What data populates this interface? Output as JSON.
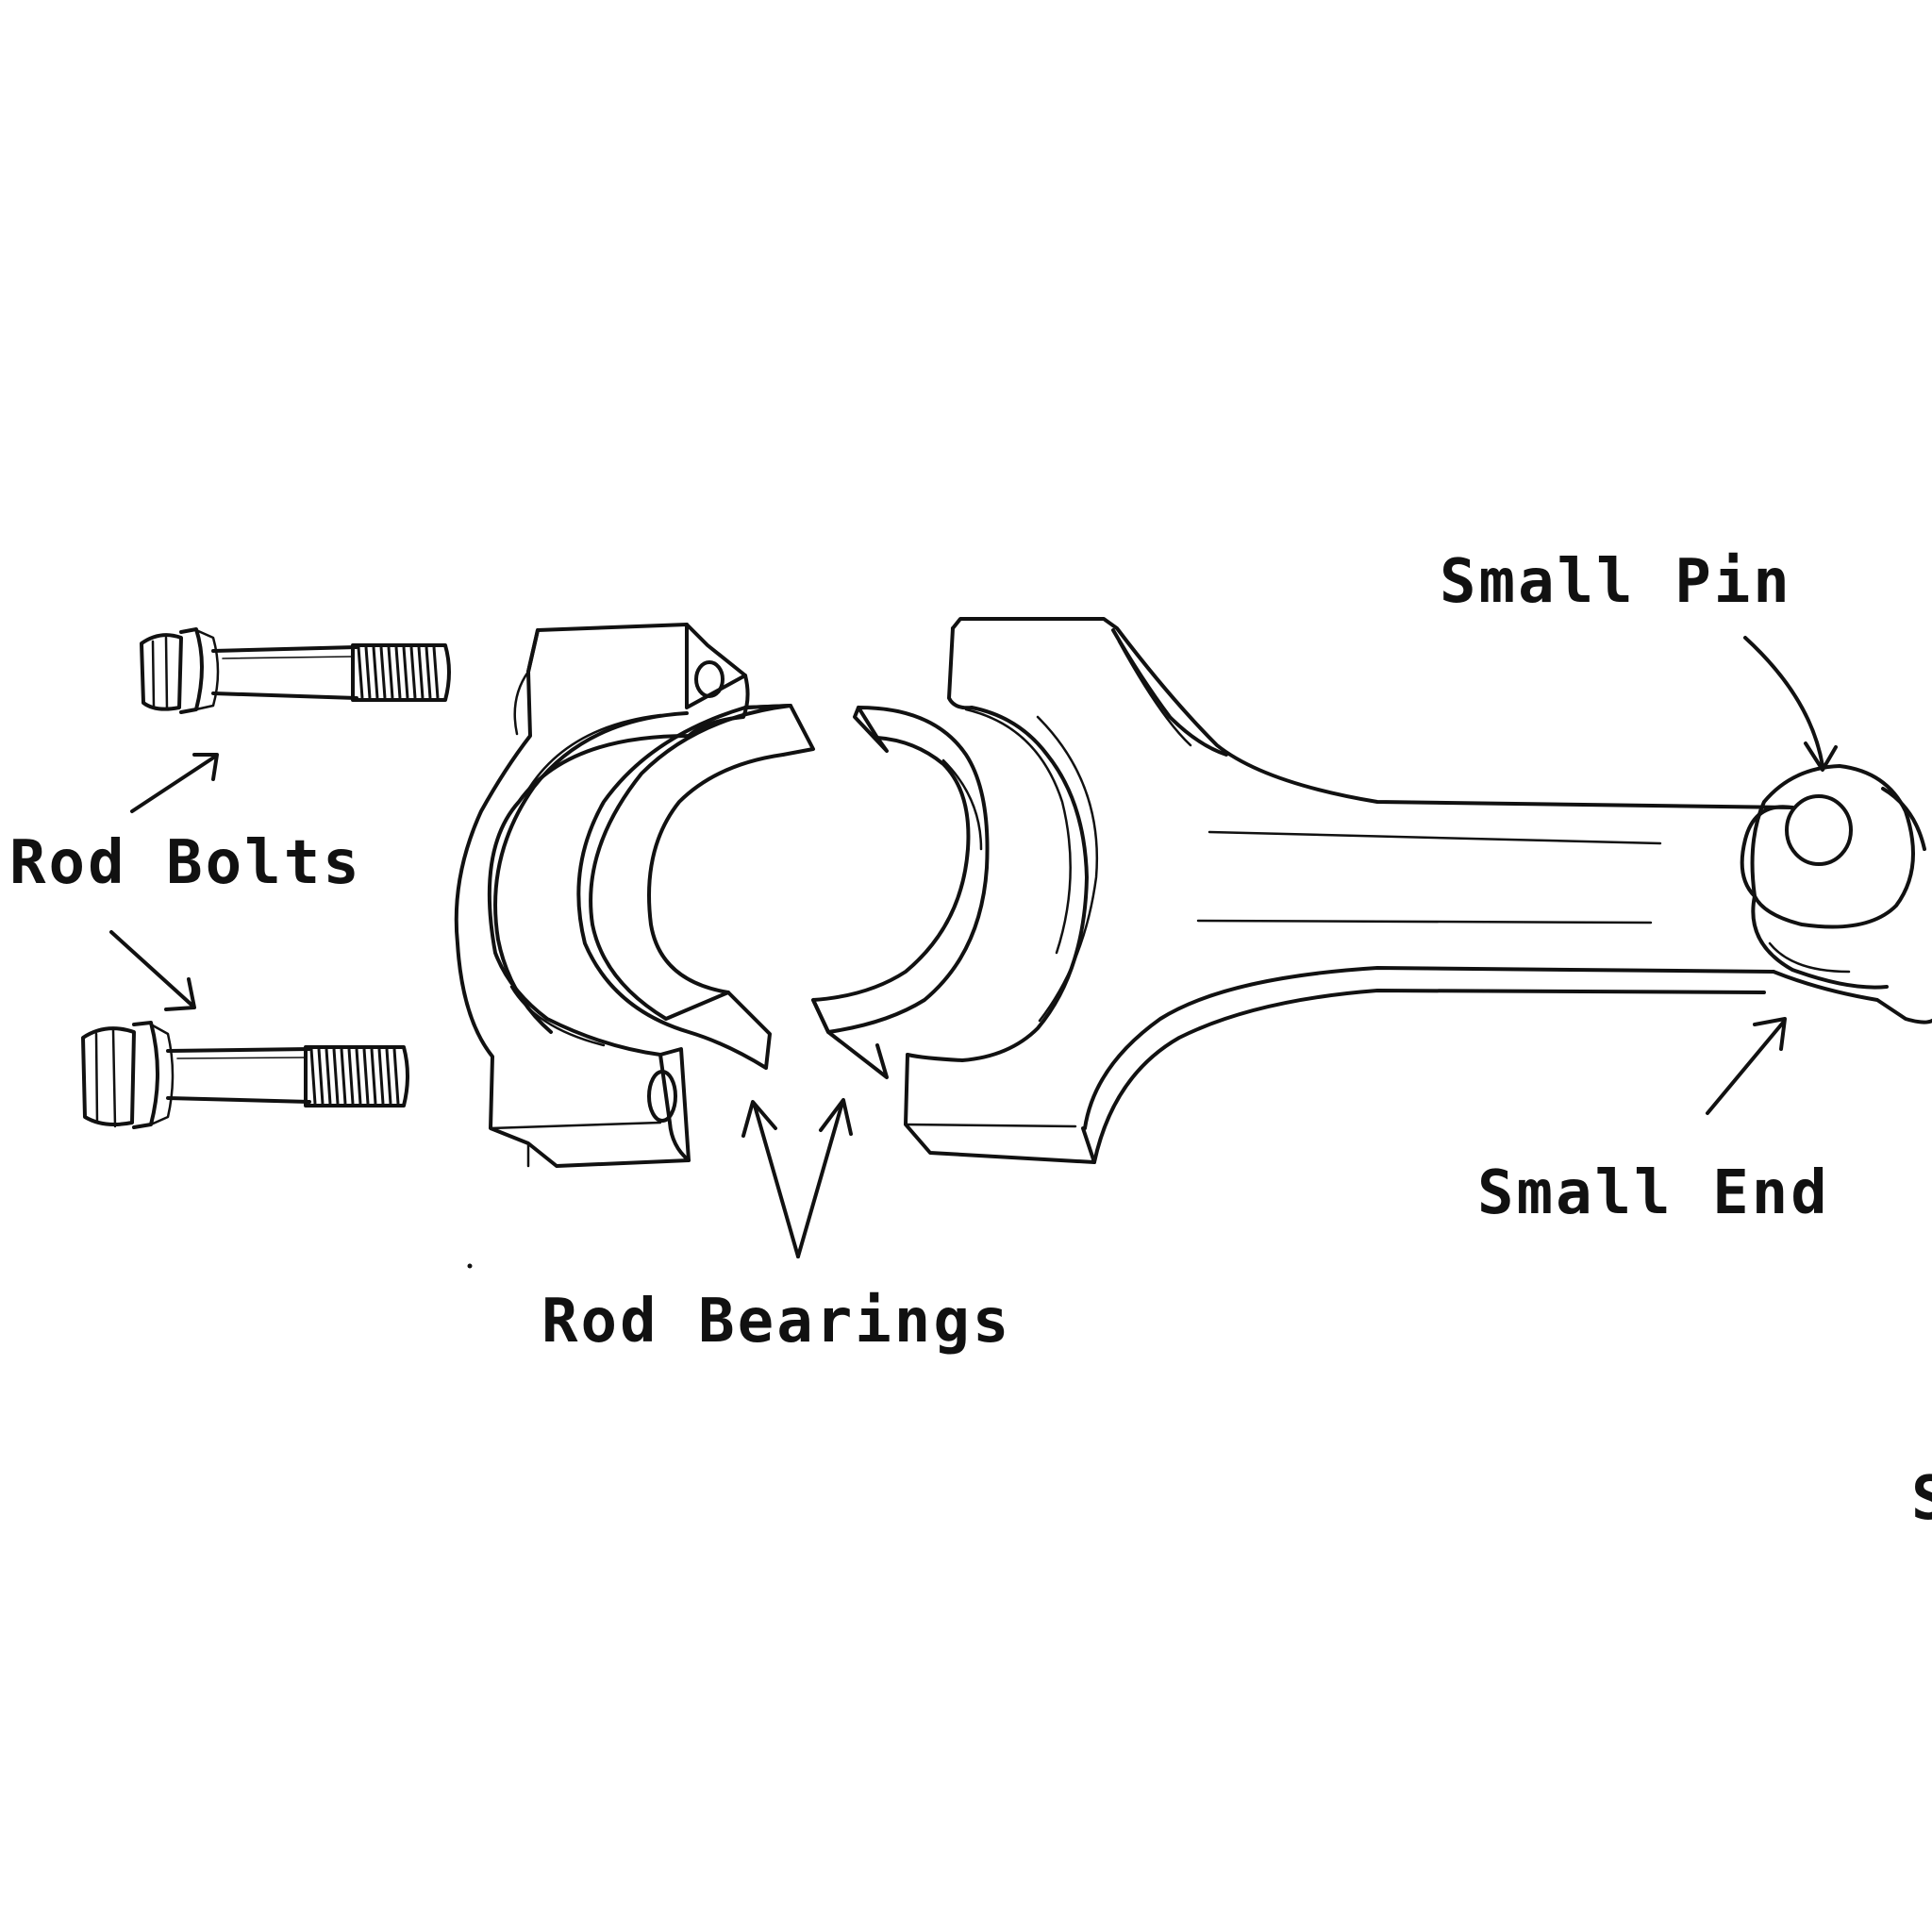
{
  "labels": {
    "rod_bolts": "Rod Bolts",
    "rod_bearings": "Rod Bearings",
    "small_pin": "Small Pin",
    "small_end": "Small End",
    "edge_fragment": "S"
  },
  "colors": {
    "ink": "#111111",
    "background": "#ffffff"
  }
}
